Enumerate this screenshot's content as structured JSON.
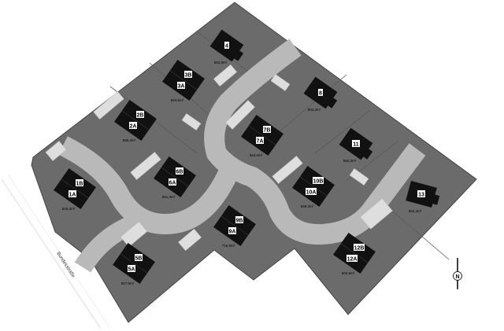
{
  "map": {
    "street_label": "Bundesstraße",
    "north_label": "N",
    "colors": {
      "lot": "#6b6b6b",
      "road": "#b9b9b9",
      "parking": "#dedede",
      "house": "#111111",
      "label_bg": "#ffffff"
    },
    "lots": [
      {
        "id": "4",
        "units": [
          "4"
        ],
        "area": "582,8m²"
      },
      {
        "id": "3",
        "units": [
          "3B",
          "3A"
        ],
        "area": "584,5m²"
      },
      {
        "id": "2",
        "units": [
          "2B",
          "2A"
        ],
        "area": "598,3m²"
      },
      {
        "id": "8",
        "units": [
          "8"
        ],
        "area": "502,3m²"
      },
      {
        "id": "7",
        "units": [
          "7B",
          "7A"
        ],
        "area": "564,4m²"
      },
      {
        "id": "11",
        "units": [
          "11"
        ],
        "area": "592,3m²"
      },
      {
        "id": "6",
        "units": [
          "6B",
          "6A"
        ],
        "area": "581,3m²"
      },
      {
        "id": "1",
        "units": [
          "1B",
          "1A"
        ],
        "area": "646,3m²"
      },
      {
        "id": "10",
        "units": [
          "10B",
          "10A"
        ],
        "area": "599,3m²"
      },
      {
        "id": "13",
        "units": [
          "13"
        ],
        "area": "584,4m²"
      },
      {
        "id": "9",
        "units": [
          "9B",
          "9A"
        ],
        "area": "716,9m²"
      },
      {
        "id": "5",
        "units": [
          "5B",
          "5A"
        ],
        "area": "657,9m²"
      },
      {
        "id": "12",
        "units": [
          "12B",
          "12A"
        ],
        "area": "602,6m²"
      }
    ]
  }
}
